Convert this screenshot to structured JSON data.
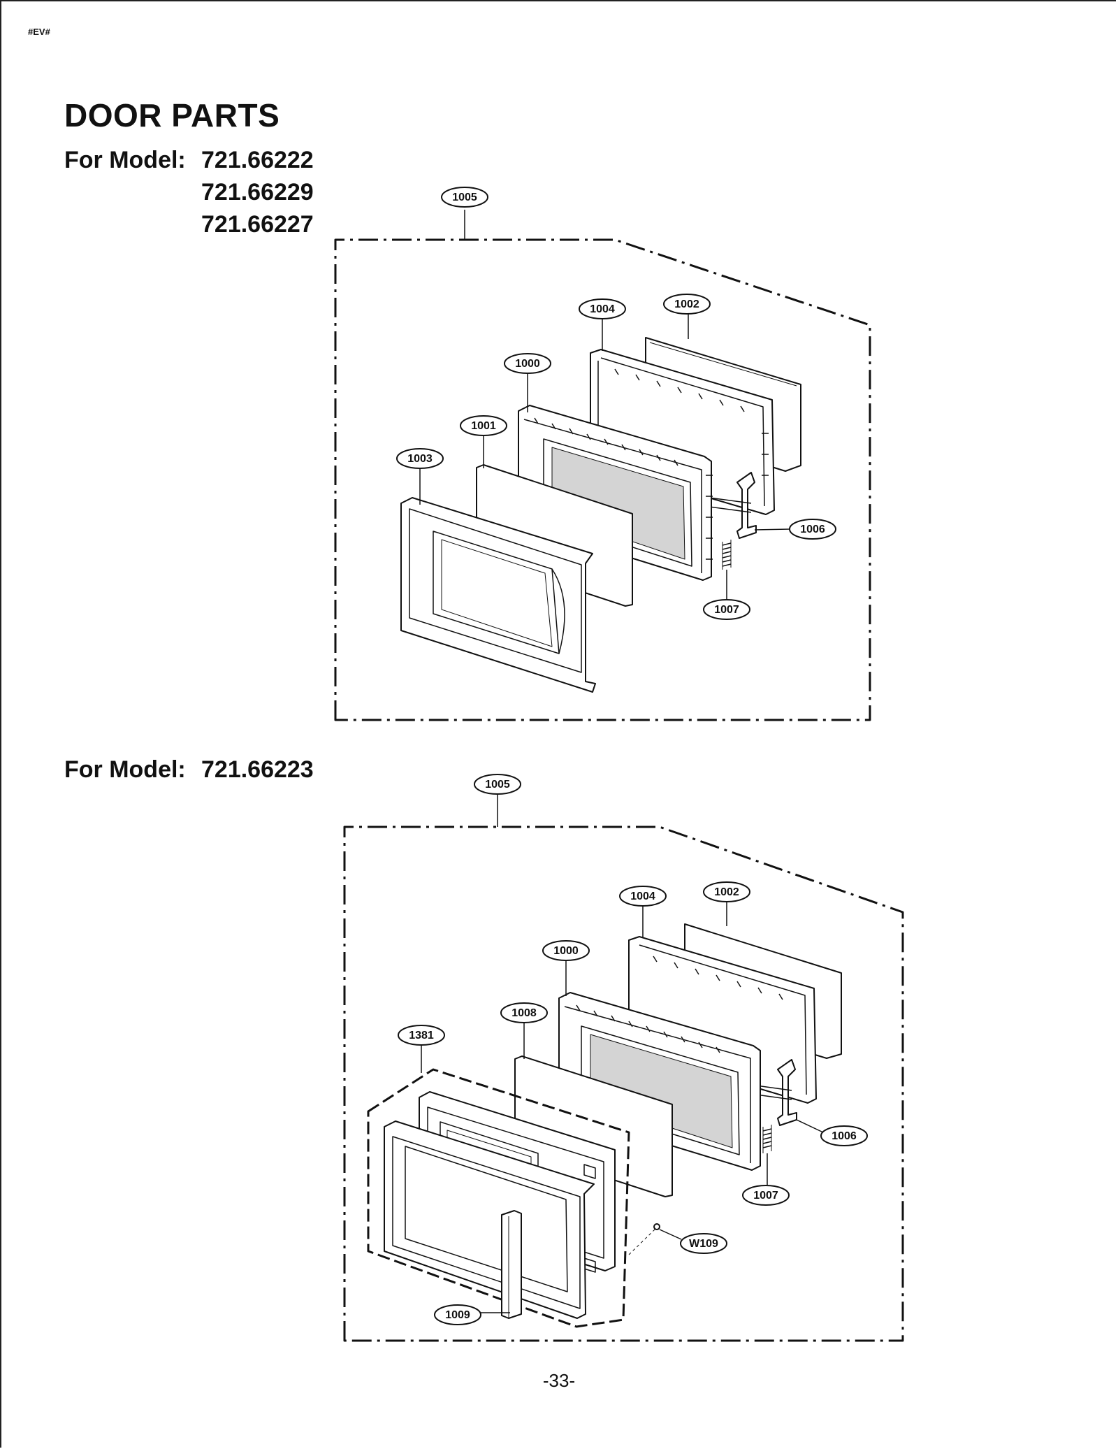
{
  "header": {
    "tag": "#EV#"
  },
  "title": "DOOR PARTS",
  "section1": {
    "label": "For Model:",
    "models": [
      "721.66222",
      "721.66229",
      "721.66227"
    ],
    "callouts": {
      "assembly": "1005",
      "frame": "1004",
      "back_panel": "1002",
      "door": "1000",
      "screen": "1001",
      "choke_cover": "1003",
      "latch": "1006",
      "spring": "1007"
    }
  },
  "section2": {
    "label": "For Model:",
    "models": [
      "721.66223"
    ],
    "callouts": {
      "assembly": "1005",
      "frame": "1004",
      "back_panel": "1002",
      "door": "1000",
      "screen": "1008",
      "front_assembly": "1381",
      "latch": "1006",
      "spring": "1007",
      "screw": "W109",
      "handle": "1009"
    }
  },
  "footer": {
    "page_number": "-33-"
  }
}
